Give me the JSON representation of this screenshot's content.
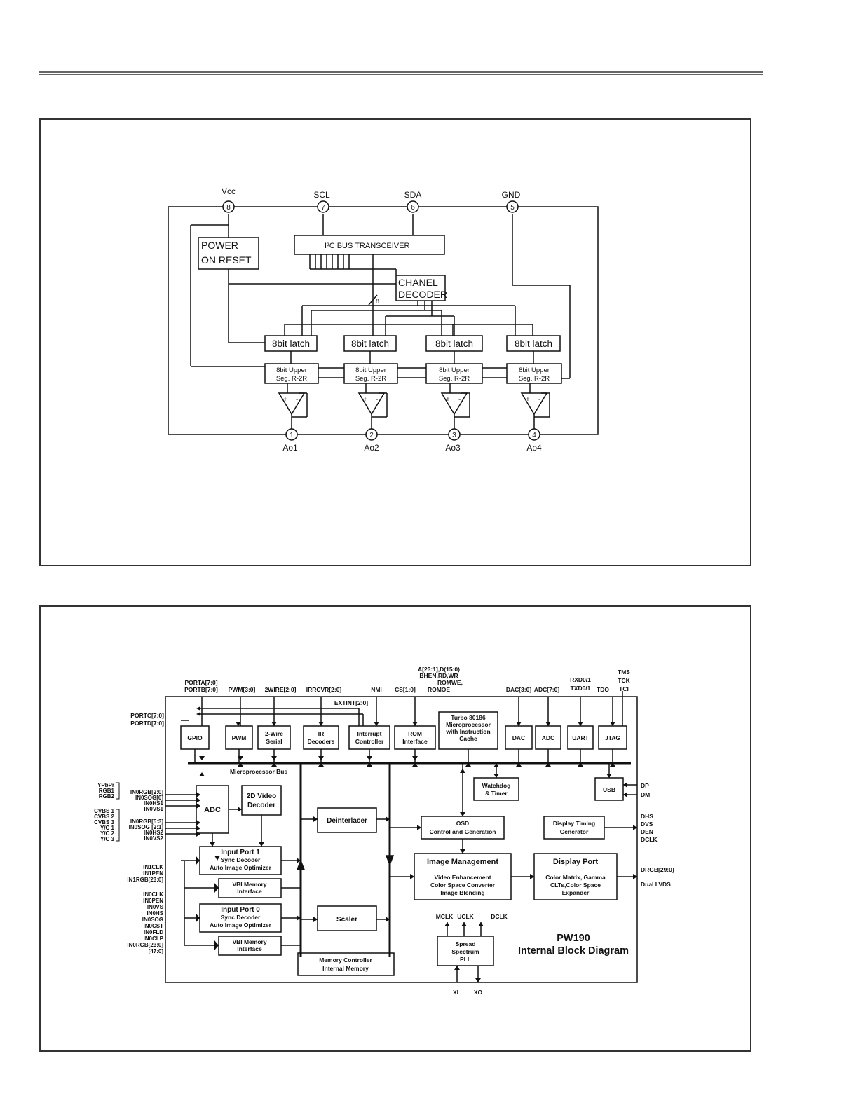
{
  "dac_diagram": {
    "pins": [
      {
        "num": "8",
        "label": "Vcc"
      },
      {
        "num": "7",
        "label": "SCL"
      },
      {
        "num": "6",
        "label": "SDA"
      },
      {
        "num": "5",
        "label": "GND"
      },
      {
        "num": "1",
        "label": "Ao1"
      },
      {
        "num": "2",
        "label": "Ao2"
      },
      {
        "num": "3",
        "label": "Ao3"
      },
      {
        "num": "4",
        "label": "Ao4"
      }
    ],
    "power_on_reset": [
      "POWER",
      "ON RESET"
    ],
    "i2c": "I²C BUS TRANSCEIVER",
    "channel_decoder": [
      "CHANEL",
      "DECODER"
    ],
    "bus_width": "8",
    "latch_label": "8bit latch",
    "r2r_label": [
      "8bit Upper",
      "Seg. R-2R"
    ]
  },
  "pw190_diagram": {
    "title": [
      "PW190",
      "Internal Block Diagram"
    ],
    "top_labels": {
      "porta": "PORTA[7:0]",
      "portb": "PORTB[7:0]",
      "pwm": "PWM[3:0]",
      "twowire": "2WIRE[2:0]",
      "irrcvr": "IRRCVR[2:0]",
      "nmi": "NMI",
      "cs": "CS[1:0]",
      "addr": "A[23:1],D(15:0)",
      "bhen": "BHEN,RD,WR",
      "romwe": "ROMWE,",
      "romoe": "ROMOE",
      "dac": "DAC[3:0]",
      "adc": "ADC[7:0]",
      "rxd": "RXD0/1",
      "txd": "TXD0/1",
      "tdo": "TDO",
      "tms": "TMS",
      "tck": "TCK",
      "tci": "TCI",
      "extint": "EXTINT[2:0]",
      "portc": "PORTC[7:0]",
      "portd": "PORTD[7:0]"
    },
    "blocks": {
      "gpio": "GPIO",
      "pwm": "PWM",
      "wire": [
        "2-Wire",
        "Serial"
      ],
      "ir": [
        "IR",
        "Decoders"
      ],
      "interrupt": [
        "Interrupt",
        "Controller"
      ],
      "rom": [
        "ROM",
        "Interface"
      ],
      "turbo": [
        "Turbo 80186",
        "Microprocessor",
        "with Instruction",
        "Cache"
      ],
      "dac": "DAC",
      "adc_top": "ADC",
      "uart": "UART",
      "jtag": "JTAG",
      "bus": "Microprocessor Bus",
      "watchdog": [
        "Watchdog",
        "& Timer"
      ],
      "usb": "USB",
      "adc": "ADC",
      "video_decoder": [
        "2D Video",
        "Decoder"
      ],
      "deinterlacer": "Deinterlacer",
      "scaler": "Scaler",
      "osd": [
        "OSD",
        "Control and Generation"
      ],
      "timing": [
        "Display Timing",
        "Generator"
      ],
      "image_mgmt_title": "Image Management",
      "image_mgmt_body": [
        "Video Enhancement",
        "Color Space Converter",
        "Image Blending"
      ],
      "display_port_title": "Display Port",
      "display_port_body": [
        "Color Matrix, Gamma",
        "CLTs,Color Space",
        "Expander"
      ],
      "input1": [
        "Input Port  1",
        "Sync Decoder",
        "Auto Image Optimizer"
      ],
      "vbi1": [
        "VBI Memory",
        "Interface"
      ],
      "input0": [
        "Input Port  0",
        "Sync Decoder",
        "Auto Image Optimizer"
      ],
      "vbi0": [
        "VBI Memory",
        "Interface"
      ],
      "memctrl": [
        "Memory Controller",
        "Internal Memory"
      ],
      "pll": [
        "Spread",
        "Spectrum",
        "PLL"
      ]
    },
    "left_labels": {
      "ypbpr": [
        "YPbPr",
        "RGB1",
        "RGB2"
      ],
      "in0rgb_a": [
        "IN0RGB[2:0]",
        "IN0SOG[0]",
        "IN0HS1",
        "IN0VS1"
      ],
      "cvbs": [
        "CVBS 1",
        "CVBS 2",
        "CVBS 3",
        "Y/C 1",
        "Y/C 2",
        "Y/C 3"
      ],
      "in0rgb_b": [
        "IN0RGB[5:3]",
        "IN0SOG [2:1]",
        "IN0HS2",
        "IN0VS2"
      ],
      "in1": [
        "IN1CLK",
        "IN1PEN",
        "IN1RGB[23:0]"
      ],
      "in0": [
        "IN0CLK",
        "IN0PEN",
        "IN0VS",
        "IN0HS",
        "IN0SOG",
        "IN0CST",
        "IN0FLD",
        "IN0CLP",
        "IN0RGB[23:0]",
        "[47:0]"
      ]
    },
    "right_labels": {
      "dp": "DP",
      "dm": "DM",
      "sync": [
        "DHS",
        "DVS",
        "DEN",
        "DCLK"
      ],
      "drgb": "DRGB[29:0]",
      "lvds": "Dual LVDS"
    },
    "clock_labels": {
      "mclk": "MCLK",
      "uclk": "UCLK",
      "dclk": "DCLK",
      "xi": "XI",
      "xo": "XO"
    }
  }
}
